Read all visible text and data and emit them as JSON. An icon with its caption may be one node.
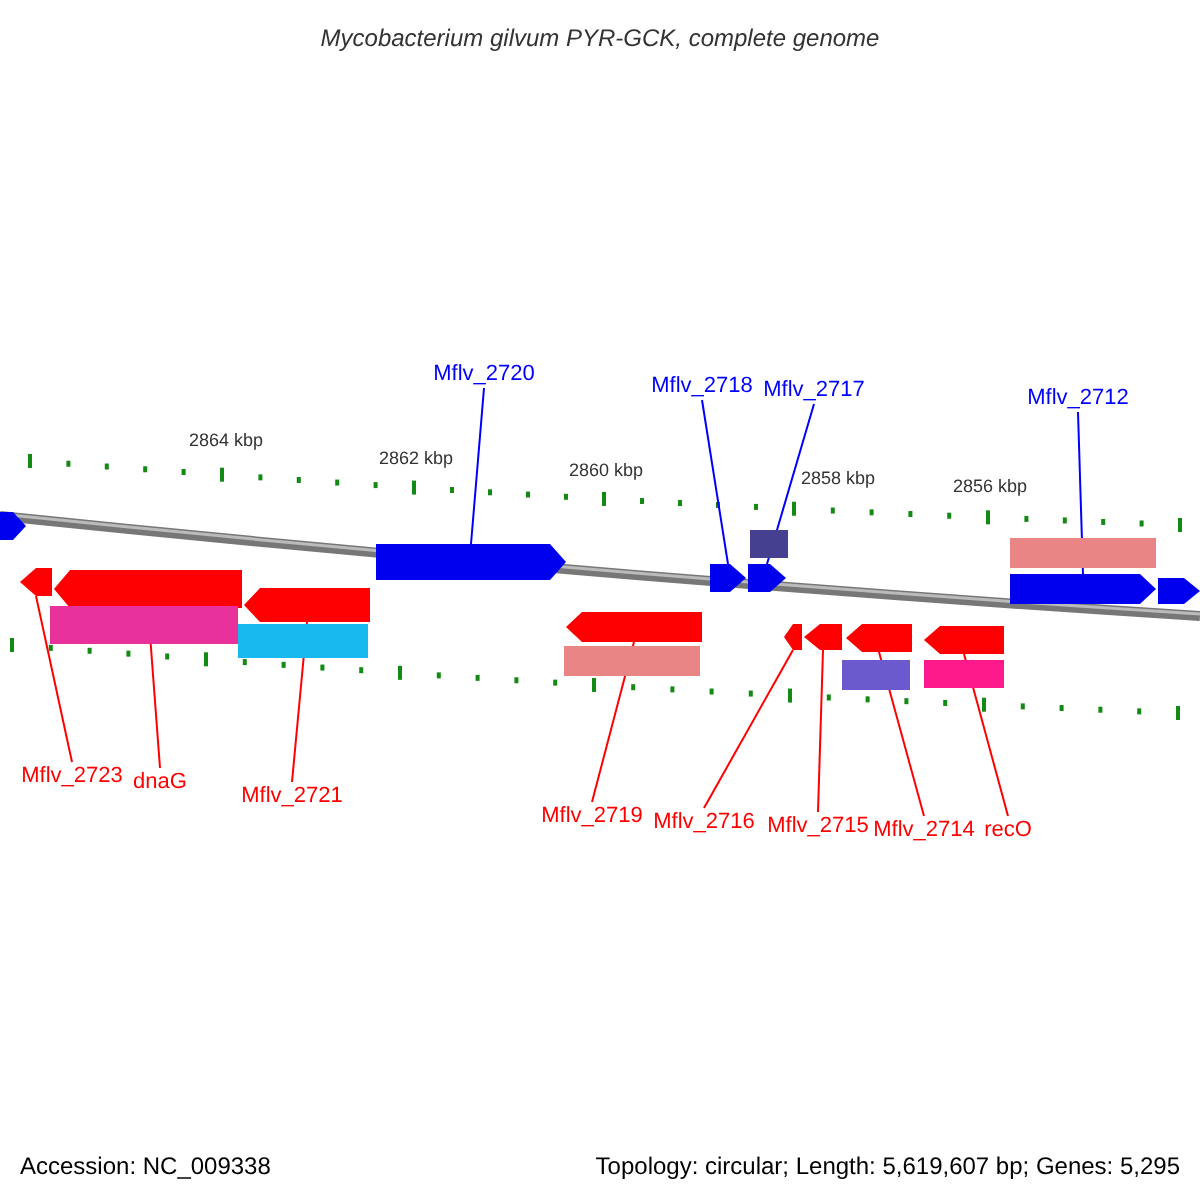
{
  "diagram": {
    "title": "Mycobacterium gilvum PYR-GCK, complete genome",
    "nodes": [
      {
        "text": [
          "Mflv_2720"
        ]
      },
      {
        "text": [
          "Mflv_2718"
        ]
      },
      {
        "text": [
          "Mflv_2717"
        ]
      },
      {
        "text": [
          "Mflv_2712"
        ]
      },
      {
        "text": [],
        "shape": "pentagon"
      },
      {
        "text": [],
        "shape": "pentagon"
      },
      {
        "text": [],
        "shape": "pentagon"
      },
      {
        "text": [],
        "shape": "pentagon"
      },
      {
        "text": [],
        "shape": "pentagon"
      },
      {
        "text": [],
        "shape": "pentagon"
      },
      {
        "text": [],
        "shape": "pentagon"
      },
      {
        "text": [],
        "shape": "pentagon"
      },
      {
        "text": [],
        "shape": "pentagon"
      },
      {
        "text": [],
        "shape": "pentagon"
      },
      {
        "text": [],
        "shape": "pentagon"
      },
      {
        "text": [],
        "shape": "pentagon"
      },
      {
        "text": [],
        "shape": "pentagon"
      },
      {
        "text": [],
        "shape": "pentagon"
      },
      {
        "text": [
          "Mflv_2723"
        ]
      },
      {
        "text": [
          "dnaG"
        ]
      },
      {
        "text": [
          "Mflv_2721"
        ]
      },
      {
        "text": [
          "Mflv_2719"
        ]
      },
      {
        "text": [
          "Mflv_2716"
        ]
      },
      {
        "text": [
          "Mflv_2715"
        ]
      },
      {
        "text": [
          "Mflv_2714"
        ]
      },
      {
        "text": [
          "recO"
        ]
      },
      {
        "text": [],
        "shape": "bar"
      },
      {
        "text": [],
        "shape": "bar"
      },
      {
        "text": [],
        "shape": "bar"
      },
      {
        "text": [],
        "shape": "bar"
      },
      {
        "text": [],
        "shape": "bar"
      },
      {
        "text": [],
        "shape": "bar"
      },
      {
        "text": [],
        "shape": "bar"
      }
    ],
    "edges": [
      {
        "from": 0,
        "to": 5,
        "arrow": "none",
        "color": "#0000ff"
      },
      {
        "from": 1,
        "to": 6,
        "arrow": "none",
        "color": "#0000ff"
      },
      {
        "from": 2,
        "to": 7,
        "arrow": "none",
        "color": "#0000ff"
      },
      {
        "from": 3,
        "to": 8,
        "arrow": "none",
        "color": "#0000ff"
      },
      {
        "from": 18,
        "to": 10,
        "arrow": "none"
      },
      {
        "from": 19,
        "to": 11,
        "arrow": "none"
      },
      {
        "from": 20,
        "to": 12,
        "arrow": "none"
      },
      {
        "from": 21,
        "to": 13,
        "arrow": "none"
      },
      {
        "from": 22,
        "to": 14,
        "arrow": "none"
      },
      {
        "from": 23,
        "to": 15,
        "arrow": "none"
      },
      {
        "from": 24,
        "to": 16,
        "arrow": "none"
      },
      {
        "from": 25,
        "to": 17,
        "arrow": "none"
      }
    ],
    "labels": [
      "2864 kbp",
      "2862 kbp",
      "2860 kbp",
      "2858 kbp",
      "2856 kbp",
      "Accession: NC_009338",
      "Topology: circular; Length: 5,619,607 bp; Genes: 5,295"
    ]
  }
}
